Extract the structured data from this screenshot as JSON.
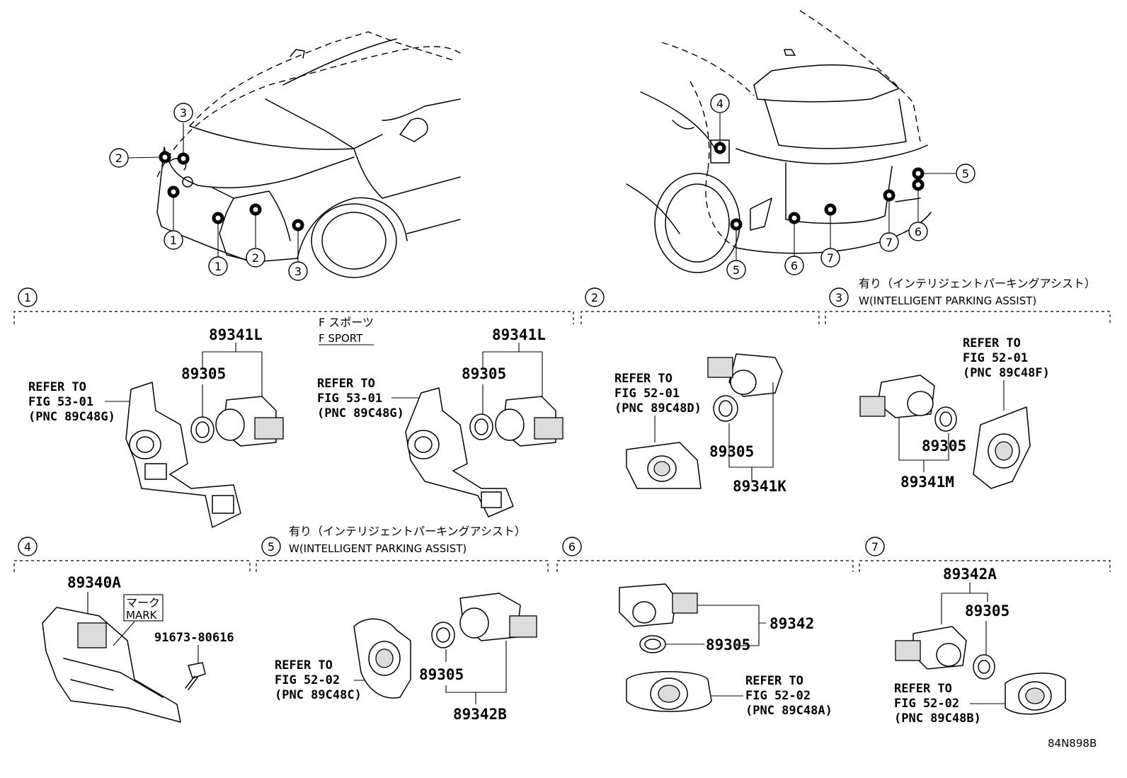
{
  "overview": {
    "front_callouts": [
      {
        "num": "3"
      },
      {
        "num": "2"
      },
      {
        "num": "1"
      },
      {
        "num": "1"
      },
      {
        "num": "2"
      },
      {
        "num": "3"
      }
    ],
    "rear_callouts": [
      {
        "num": "4"
      },
      {
        "num": "5"
      },
      {
        "num": "6"
      },
      {
        "num": "5"
      },
      {
        "num": "6"
      },
      {
        "num": "7"
      },
      {
        "num": "7"
      }
    ]
  },
  "sections": [
    {
      "num": "1"
    },
    {
      "num": "2"
    },
    {
      "num": "3",
      "note_jp": "有り（インテリジェントパーキングアシスト）",
      "note_en": "W(INTELLIGENT PARKING ASSIST)"
    },
    {
      "num": "4"
    },
    {
      "num": "5",
      "note_jp": "有り（インテリジェントパーキングアシスト）",
      "note_en": "W(INTELLIGENT PARKING ASSIST)"
    },
    {
      "num": "6"
    },
    {
      "num": "7"
    }
  ],
  "sec1": {
    "variant_jp": "F スポーツ",
    "variant_en": "F SPORT",
    "left": {
      "part_sensor": "89341L",
      "part_ring": "89305",
      "ref": [
        "REFER TO",
        "FIG 53-01",
        "(PNC 89C48G)"
      ]
    },
    "right": {
      "part_sensor": "89341L",
      "part_ring": "89305",
      "ref": [
        "REFER TO",
        "FIG 53-01",
        "(PNC 89C48G)"
      ]
    }
  },
  "sec2": {
    "ref": [
      "REFER TO",
      "FIG 52-01",
      "(PNC 89C48D)"
    ],
    "part_ring": "89305",
    "part_sensor": "89341K"
  },
  "sec3": {
    "ref": [
      "REFER TO",
      "FIG 52-01",
      "(PNC 89C48F)"
    ],
    "part_ring": "89305",
    "part_sensor": "89341M"
  },
  "sec4": {
    "part_ecu": "89340A",
    "mark_jp": "マーク",
    "mark_en": "MARK",
    "part_bolt": "91673-80616"
  },
  "sec5": {
    "ref": [
      "REFER TO",
      "FIG 52-02",
      "(PNC 89C48C)"
    ],
    "part_ring": "89305",
    "part_sensor": "89342B"
  },
  "sec6": {
    "part_sensor": "89342",
    "part_ring": "89305",
    "ref": [
      "REFER TO",
      "FIG 52-02",
      "(PNC 89C48A)"
    ]
  },
  "sec7": {
    "part_sensor": "89342A",
    "part_ring": "89305",
    "ref": [
      "REFER TO",
      "FIG 52-02",
      "(PNC 89C48B)"
    ]
  },
  "diagram_id": "84N898B"
}
